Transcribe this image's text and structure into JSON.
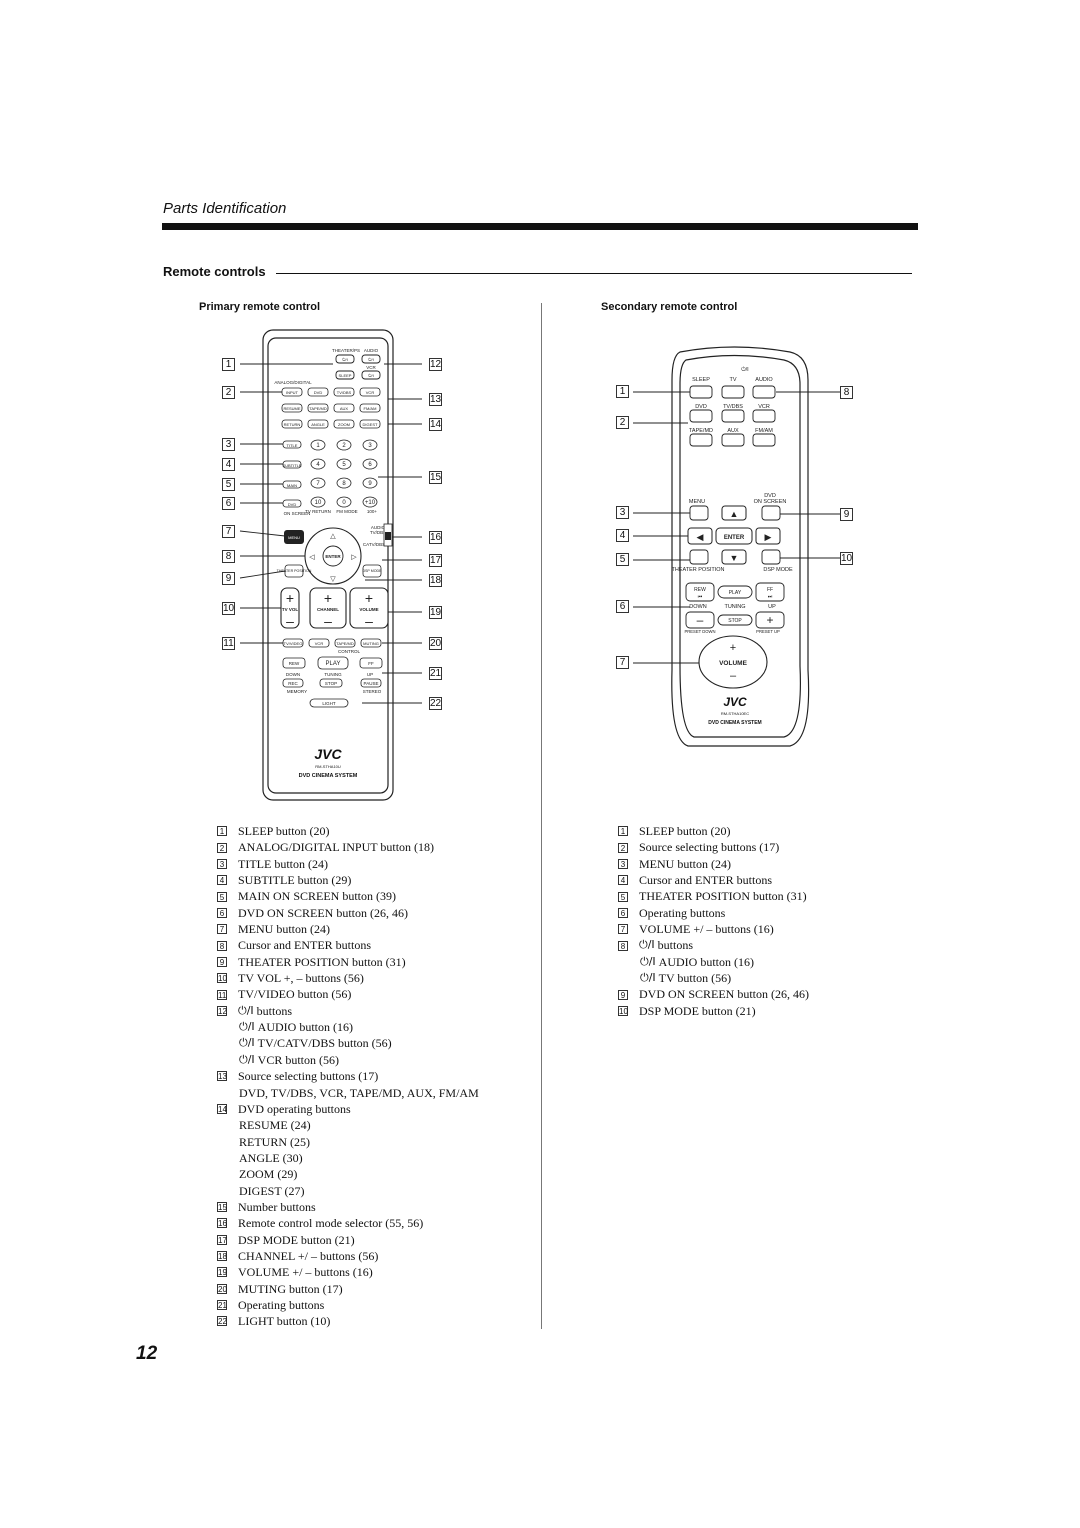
{
  "header": {
    "section_title": "Parts Identification"
  },
  "heading": "Remote controls",
  "primary": {
    "title": "Primary remote control",
    "remote": {
      "labels": {
        "theater_ps": "THEATER/PS",
        "audio": "AUDIO",
        "vcr_top": "VCR",
        "sleep": "SLEEP",
        "analog_digital": "ANALOG/DIGITAL",
        "input": "INPUT",
        "dvd": "DVD",
        "tvdbs": "TV/DBS",
        "vcr": "VCR",
        "resume": "RESUME",
        "tapemd": "TAPE/MD",
        "aux": "AUX",
        "fmam": "FM/AM",
        "return": "RETURN",
        "angle": "ANGLE",
        "zoom": "ZOOM",
        "digest": "DIGEST",
        "title": "TITLE",
        "subtitle": "SUBTITLE",
        "main": "MAIN",
        "on_screen": "ON SCREEN",
        "dvd_small": "DVD",
        "n1": "1",
        "n2": "2",
        "n3": "3",
        "n4": "4",
        "n5": "5",
        "n6": "6",
        "n7": "7",
        "n8": "8",
        "n9": "9",
        "n10": "10",
        "n0": "0",
        "n_plus10": "+10",
        "tv_return": "TV RETURN",
        "fm_mode": "FM MODE",
        "n100": "100+",
        "audio_sw": "AUDIO",
        "tvdbs_sw": "TV/DBS",
        "catvdbs": "CATV/DBS",
        "menu": "MENU",
        "enter": "ENTER",
        "theater_position": "THEATER POSITION",
        "dsp_mode": "DSP MODE",
        "tv_vol": "TV VOL",
        "channel": "CHANNEL",
        "volume": "VOLUME",
        "tvvideo": "TV/VIDEO",
        "vcr_ctrl": "VCR",
        "tapemd_ctrl": "TAPE/MD",
        "muting": "MUTING",
        "control": "CONTROL",
        "rew": "REW",
        "play": "PLAY",
        "ff": "FF",
        "down": "DOWN",
        "tuning": "TUNING",
        "up": "UP",
        "rec": "REC",
        "stop": "STOP",
        "pause": "PAUSE",
        "memory": "MEMORY",
        "stereo": "STEREO",
        "light": "LIGHT",
        "brand": "JVC",
        "model": "RM-STHA10U",
        "system": "DVD CINEMA SYSTEM"
      }
    },
    "callouts": [
      "1",
      "2",
      "3",
      "4",
      "5",
      "6",
      "7",
      "8",
      "9",
      "10",
      "11",
      "12",
      "13",
      "14",
      "15",
      "16",
      "17",
      "18",
      "19",
      "20",
      "21",
      "22"
    ],
    "items": [
      {
        "num": "1",
        "text": "SLEEP button (20)"
      },
      {
        "num": "2",
        "text": "ANALOG/DIGITAL INPUT button (18)"
      },
      {
        "num": "3",
        "text": "TITLE button (24)"
      },
      {
        "num": "4",
        "text": "SUBTITLE button (29)"
      },
      {
        "num": "5",
        "text": "MAIN ON SCREEN button (39)"
      },
      {
        "num": "6",
        "text": "DVD ON SCREEN button (26, 46)"
      },
      {
        "num": "7",
        "text": "MENU button (24)"
      },
      {
        "num": "8",
        "text": "Cursor and ENTER buttons"
      },
      {
        "num": "9",
        "text": "THEATER POSITION button (31)"
      },
      {
        "num": "10",
        "text": "TV VOL +, – buttons (56)"
      },
      {
        "num": "11",
        "text": "TV/VIDEO button (56)"
      },
      {
        "num": "12",
        "text": "buttons"
      },
      {
        "num": "",
        "text": "AUDIO button (16)"
      },
      {
        "num": "",
        "text": "TV/CATV/DBS button (56)"
      },
      {
        "num": "",
        "text": "VCR button (56)"
      },
      {
        "num": "13",
        "text": "Source selecting buttons (17)"
      },
      {
        "num": "",
        "text": "DVD, TV/DBS, VCR, TAPE/MD, AUX, FM/AM"
      },
      {
        "num": "14",
        "text": "DVD operating buttons"
      },
      {
        "num": "",
        "text": "RESUME (24)"
      },
      {
        "num": "",
        "text": "RETURN (25)"
      },
      {
        "num": "",
        "text": "ANGLE (30)"
      },
      {
        "num": "",
        "text": "ZOOM (29)"
      },
      {
        "num": "",
        "text": "DIGEST (27)"
      },
      {
        "num": "15",
        "text": "Number buttons"
      },
      {
        "num": "16",
        "text": "Remote control mode selector (55, 56)"
      },
      {
        "num": "17",
        "text": "DSP MODE button (21)"
      },
      {
        "num": "18",
        "text": "CHANNEL +/ – buttons (56)"
      },
      {
        "num": "19",
        "text": "VOLUME +/ – buttons (16)"
      },
      {
        "num": "20",
        "text": "MUTING button (17)"
      },
      {
        "num": "21",
        "text": "Operating buttons"
      },
      {
        "num": "22",
        "text": "LIGHT button (10)"
      }
    ]
  },
  "secondary": {
    "title": "Secondary remote control",
    "remote": {
      "labels": {
        "sleep": "SLEEP",
        "tv": "TV",
        "audio": "AUDIO",
        "dvd": "DVD",
        "tvdbs": "TV/DBS",
        "vcr": "VCR",
        "tapemd": "TAPE/MD",
        "aux": "AUX",
        "fmam": "FM/AM",
        "menu": "MENU",
        "dvd2": "DVD",
        "on_screen": "ON SCREEN",
        "enter": "ENTER",
        "theater_position": "THEATER POSITION",
        "dsp_mode": "DSP MODE",
        "rew": "REW",
        "play": "PLAY",
        "ff": "FF",
        "down": "DOWN",
        "tuning": "TUNING",
        "up": "UP",
        "stop": "STOP",
        "preset_down": "PRESET DOWN",
        "preset_up": "PRESET UP",
        "volume": "VOLUME",
        "brand": "JVC",
        "model": "RM-STHA10EC",
        "system": "DVD CINEMA SYSTEM"
      }
    },
    "callouts": [
      "1",
      "2",
      "3",
      "4",
      "5",
      "6",
      "7",
      "8",
      "9",
      "10"
    ],
    "items": [
      {
        "num": "1",
        "text": "SLEEP button (20)"
      },
      {
        "num": "2",
        "text": "Source selecting buttons (17)"
      },
      {
        "num": "3",
        "text": "MENU button (24)"
      },
      {
        "num": "4",
        "text": "Cursor and ENTER buttons"
      },
      {
        "num": "5",
        "text": "THEATER POSITION button (31)"
      },
      {
        "num": "6",
        "text": "Operating buttons"
      },
      {
        "num": "7",
        "text": "VOLUME +/ – buttons (16)"
      },
      {
        "num": "8",
        "text": "buttons"
      },
      {
        "num": "",
        "text": "AUDIO button (16)"
      },
      {
        "num": "",
        "text": "TV button (56)"
      },
      {
        "num": "9",
        "text": "DVD ON SCREEN button (26, 46)"
      },
      {
        "num": "10",
        "text": "DSP MODE button (21)"
      }
    ]
  },
  "power_symbol": "⏻/I",
  "page_number": "12"
}
